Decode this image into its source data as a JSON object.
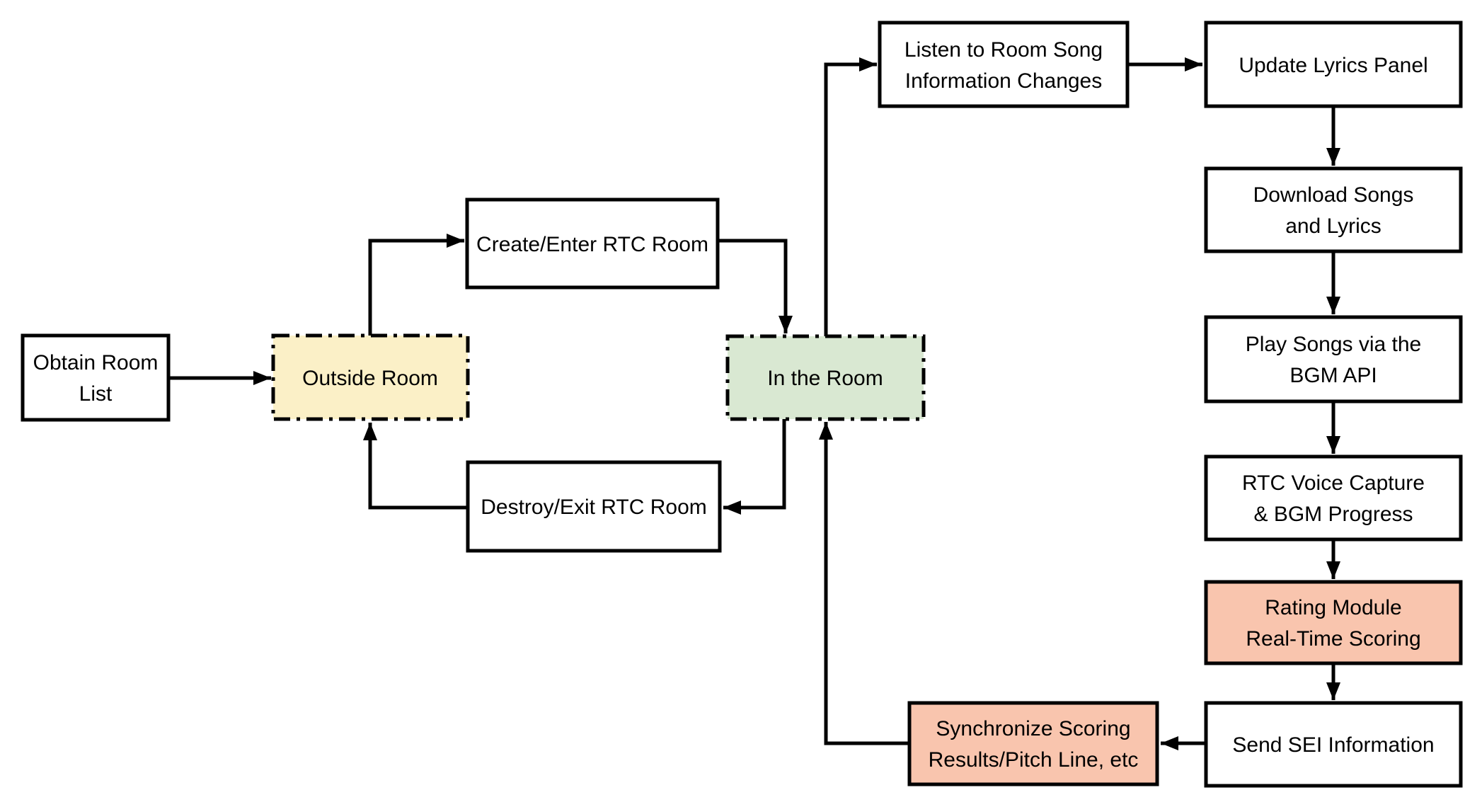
{
  "diagram": {
    "type": "flowchart",
    "colors": {
      "background": "#FFFFFF",
      "line": "#000000",
      "text": "#000000",
      "process_fill": "#FFFFFF",
      "state_outside_fill": "#FBF0C7",
      "state_inroom_fill": "#D9E8D2",
      "highlight_fill": "#F9C5AE"
    },
    "nodes": {
      "obtain_room_list": {
        "line1": "Obtain Room",
        "line2": "List"
      },
      "outside_room": {
        "line1": "Outside Room"
      },
      "create_enter_rtc_room": {
        "line1": "Create/Enter RTC Room"
      },
      "destroy_exit_rtc_room": {
        "line1": "Destroy/Exit RTC Room"
      },
      "in_the_room": {
        "line1": "In the Room"
      },
      "listen_room_song": {
        "line1": "Listen to Room Song",
        "line2": "Information Changes"
      },
      "update_lyrics_panel": {
        "line1": "Update Lyrics Panel"
      },
      "download_songs": {
        "line1": "Download Songs",
        "line2": "and Lyrics"
      },
      "play_songs": {
        "line1": "Play Songs via the",
        "line2": "BGM API"
      },
      "rtc_voice_capture": {
        "line1": "RTC Voice Capture",
        "line2": "& BGM Progress"
      },
      "rating_module": {
        "line1": "Rating Module",
        "line2": "Real-Time Scoring"
      },
      "send_sei": {
        "line1": "Send SEI Information"
      },
      "synchronize_scoring": {
        "line1": "Synchronize Scoring",
        "line2": "Results/Pitch Line, etc"
      }
    },
    "edges": [
      {
        "from": "obtain_room_list",
        "to": "outside_room"
      },
      {
        "from": "outside_room",
        "to": "create_enter_rtc_room"
      },
      {
        "from": "create_enter_rtc_room",
        "to": "in_the_room"
      },
      {
        "from": "in_the_room",
        "to": "listen_room_song"
      },
      {
        "from": "listen_room_song",
        "to": "update_lyrics_panel"
      },
      {
        "from": "update_lyrics_panel",
        "to": "download_songs"
      },
      {
        "from": "download_songs",
        "to": "play_songs"
      },
      {
        "from": "play_songs",
        "to": "rtc_voice_capture"
      },
      {
        "from": "rtc_voice_capture",
        "to": "rating_module"
      },
      {
        "from": "rating_module",
        "to": "send_sei"
      },
      {
        "from": "send_sei",
        "to": "synchronize_scoring"
      },
      {
        "from": "synchronize_scoring",
        "to": "in_the_room"
      },
      {
        "from": "in_the_room",
        "to": "destroy_exit_rtc_room"
      },
      {
        "from": "destroy_exit_rtc_room",
        "to": "outside_room"
      }
    ]
  }
}
